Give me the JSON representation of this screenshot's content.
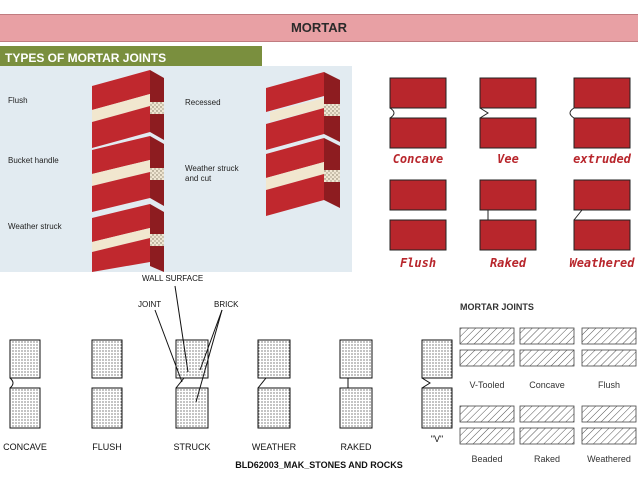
{
  "header": {
    "title": "MORTAR",
    "subtitle": "TYPES OF MORTAR JOINTS"
  },
  "panel_photos": {
    "labels": [
      "Flush",
      "Recessed",
      "Bucket handle",
      "Weather struck and cut",
      "Weather struck"
    ]
  },
  "panel_red": {
    "labels": [
      "Concave",
      "Vee",
      "extruded",
      "Flush",
      "Raked",
      "Weathered"
    ]
  },
  "panel_sketch": {
    "annotations": [
      "WALL SURFACE",
      "JOINT",
      "BRICK"
    ],
    "labels": [
      "CONCAVE",
      "FLUSH",
      "STRUCK",
      "WEATHER",
      "RAKED",
      "\"V\""
    ]
  },
  "panel_hatched": {
    "title": "MORTAR JOINTS",
    "labels": [
      "V-Tooled",
      "Concave",
      "Flush",
      "Beaded",
      "Raked",
      "Weathered"
    ]
  },
  "footer": {
    "text": "BLD62003_MAK_STONES AND ROCKS"
  },
  "colors": {
    "title_bg": "#e8a0a4",
    "subtitle_bg": "#7a8f3e",
    "brick": "#b8262c",
    "mortar": "#e9dfc8"
  }
}
